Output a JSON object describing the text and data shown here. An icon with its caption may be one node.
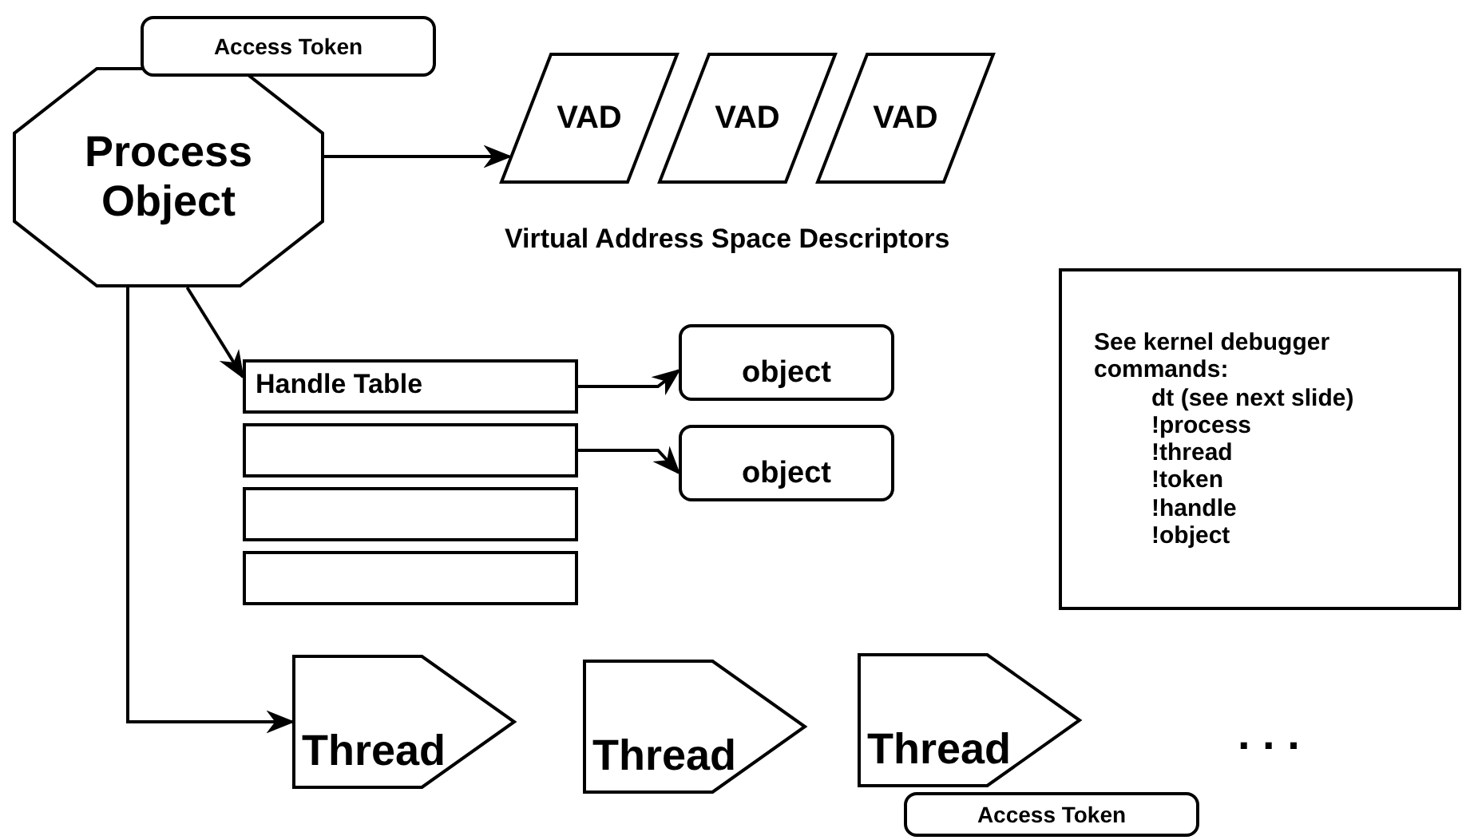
{
  "diagram": {
    "nodes": [
      {
        "text": [
          "Access Token"
        ]
      },
      {
        "text": [
          "Process Object"
        ]
      },
      {
        "text": [
          "VAD"
        ]
      },
      {
        "text": [
          "VAD"
        ]
      },
      {
        "text": [
          "VAD"
        ]
      },
      {
        "text": [
          "Handle Table"
        ]
      },
      {
        "text": [],
        "shape": "box"
      },
      {
        "text": [],
        "shape": "box"
      },
      {
        "text": [],
        "shape": "box"
      },
      {
        "text": [
          "object"
        ]
      },
      {
        "text": [
          "object"
        ]
      },
      {
        "text": [
          "Thread"
        ]
      },
      {
        "text": [
          "Thread"
        ]
      },
      {
        "text": [
          "Thread"
        ]
      },
      {
        "text": [
          "Access Token"
        ]
      },
      {
        "text": [
          "See kernel debugger commands:",
          "dt (see next slide)",
          "!process",
          "!thread",
          "!token",
          "!handle",
          "!object"
        ]
      }
    ],
    "edges": [
      {
        "from": 1,
        "to": 2,
        "arrow": "to"
      },
      {
        "from": 1,
        "to": 5,
        "arrow": "to"
      },
      {
        "from": 5,
        "to": 9,
        "arrow": "to"
      },
      {
        "from": 6,
        "to": 10,
        "arrow": "to"
      },
      {
        "from": 1,
        "to": 11,
        "arrow": "to"
      }
    ],
    "labels": [
      "Virtual Address Space Descriptors",
      ". . ."
    ]
  }
}
